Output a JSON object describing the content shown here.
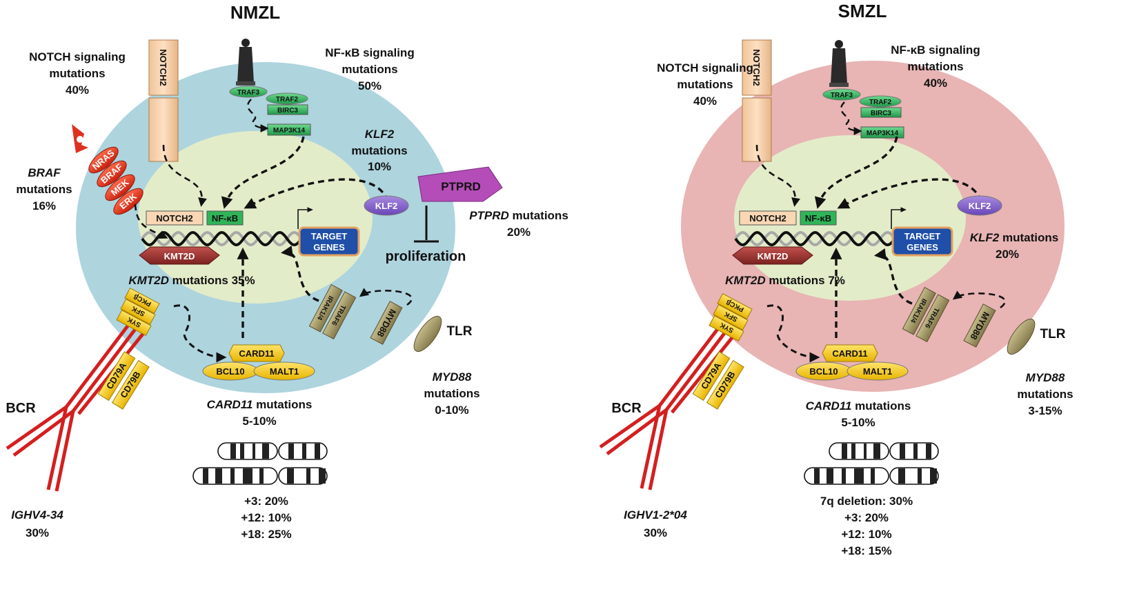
{
  "panels": [
    {
      "id": "nmzl",
      "title": "NMZL",
      "cell_color": "#aed4de",
      "nucleus_color": "#e3ecc9",
      "notch": {
        "line1": "NOTCH signaling",
        "line2": "mutations",
        "pct": "40%"
      },
      "notch_receptor": "NOTCH2",
      "nfkb": {
        "line1": "NF-κB signaling",
        "line2": "mutations",
        "pct": "50%"
      },
      "traf3": "TRAF3",
      "traf2": "TRAF2",
      "birc3": "BIRC3",
      "map3k14": "MAP3K14",
      "klf2_mut": {
        "gene": "KLF2",
        "line2": "mutations",
        "pct": "10%"
      },
      "klf2": "KLF2",
      "ptprd": "PTPRD",
      "ptprd_mut": {
        "gene": "PTPRD",
        "rest": "mutations",
        "pct": "20%"
      },
      "proliferation": "proliferation",
      "braf_mut": {
        "gene": "BRAF",
        "line2": "mutations",
        "pct": "16%"
      },
      "ras_chain": [
        "NRAS",
        "BRAF",
        "MEK",
        "ERK"
      ],
      "notch2_box": "NOTCH2",
      "nfkb_box": "NF-κB",
      "target": {
        "line1": "TARGET",
        "line2": "GENES"
      },
      "kmt2d": "KMT2D",
      "kmt2d_mut": {
        "gene": "KMT2D",
        "rest": "mutations 35%"
      },
      "kinases": [
        "PKCβ",
        "SFK",
        "SYK"
      ],
      "card11": "CARD11",
      "bcl10": "BCL10",
      "malt1": "MALT1",
      "irak": "IRAK1/4",
      "traf6": "TRAF6",
      "myd88": "MYD88",
      "tlr": "TLR",
      "myd88_mut": {
        "gene": "MYD88",
        "line2": "mutations",
        "pct": "0-10%"
      },
      "card11_mut": {
        "gene": "CARD11",
        "rest": "mutations",
        "pct": "5-10%"
      },
      "cd79a": "CD79A",
      "cd79b": "CD79B",
      "bcr": "BCR",
      "ighv": {
        "gene": "IGHV4-34",
        "pct": "30%"
      },
      "cyto": [
        "+3: 20%",
        "+12: 10%",
        "+18: 25%"
      ]
    },
    {
      "id": "smzl",
      "title": "SMZL",
      "cell_color": "#e8b4b4",
      "nucleus_color": "#e3ecc9",
      "notch": {
        "line1": "NOTCH signaling",
        "line2": "mutations",
        "pct": "40%"
      },
      "notch_receptor": "NOTCH2",
      "nfkb": {
        "line1": "NF-κB signaling",
        "line2": "mutations",
        "pct": "40%"
      },
      "traf3": "TRAF3",
      "traf2": "TRAF2",
      "birc3": "BIRC3",
      "map3k14": "MAP3K14",
      "klf2": "KLF2",
      "klf2_mut": {
        "gene": "KLF2",
        "rest": "mutations",
        "pct": "20%"
      },
      "notch2_box": "NOTCH2",
      "nfkb_box": "NF-κB",
      "target": {
        "line1": "TARGET",
        "line2": "GENES"
      },
      "kmt2d": "KMT2D",
      "kmt2d_mut": {
        "gene": "KMT2D",
        "rest": "mutations 7%"
      },
      "kinases": [
        "PKCβ",
        "SFK",
        "SYK"
      ],
      "card11": "CARD11",
      "bcl10": "BCL10",
      "malt1": "MALT1",
      "irak": "IRAK1/4",
      "traf6": "TRAF6",
      "myd88": "MYD88",
      "tlr": "TLR",
      "myd88_mut": {
        "gene": "MYD88",
        "line2": "mutations",
        "pct": "3-15%"
      },
      "card11_mut": {
        "gene": "CARD11",
        "rest": "mutations",
        "pct": "5-10%"
      },
      "cd79a": "CD79A",
      "cd79b": "CD79B",
      "bcr": "BCR",
      "ighv": {
        "gene": "IGHV1-2*04",
        "pct": "30%"
      },
      "cyto": [
        "7q deletion: 30%",
        "+3: 20%",
        "+12: 10%",
        "+18: 15%"
      ]
    }
  ]
}
